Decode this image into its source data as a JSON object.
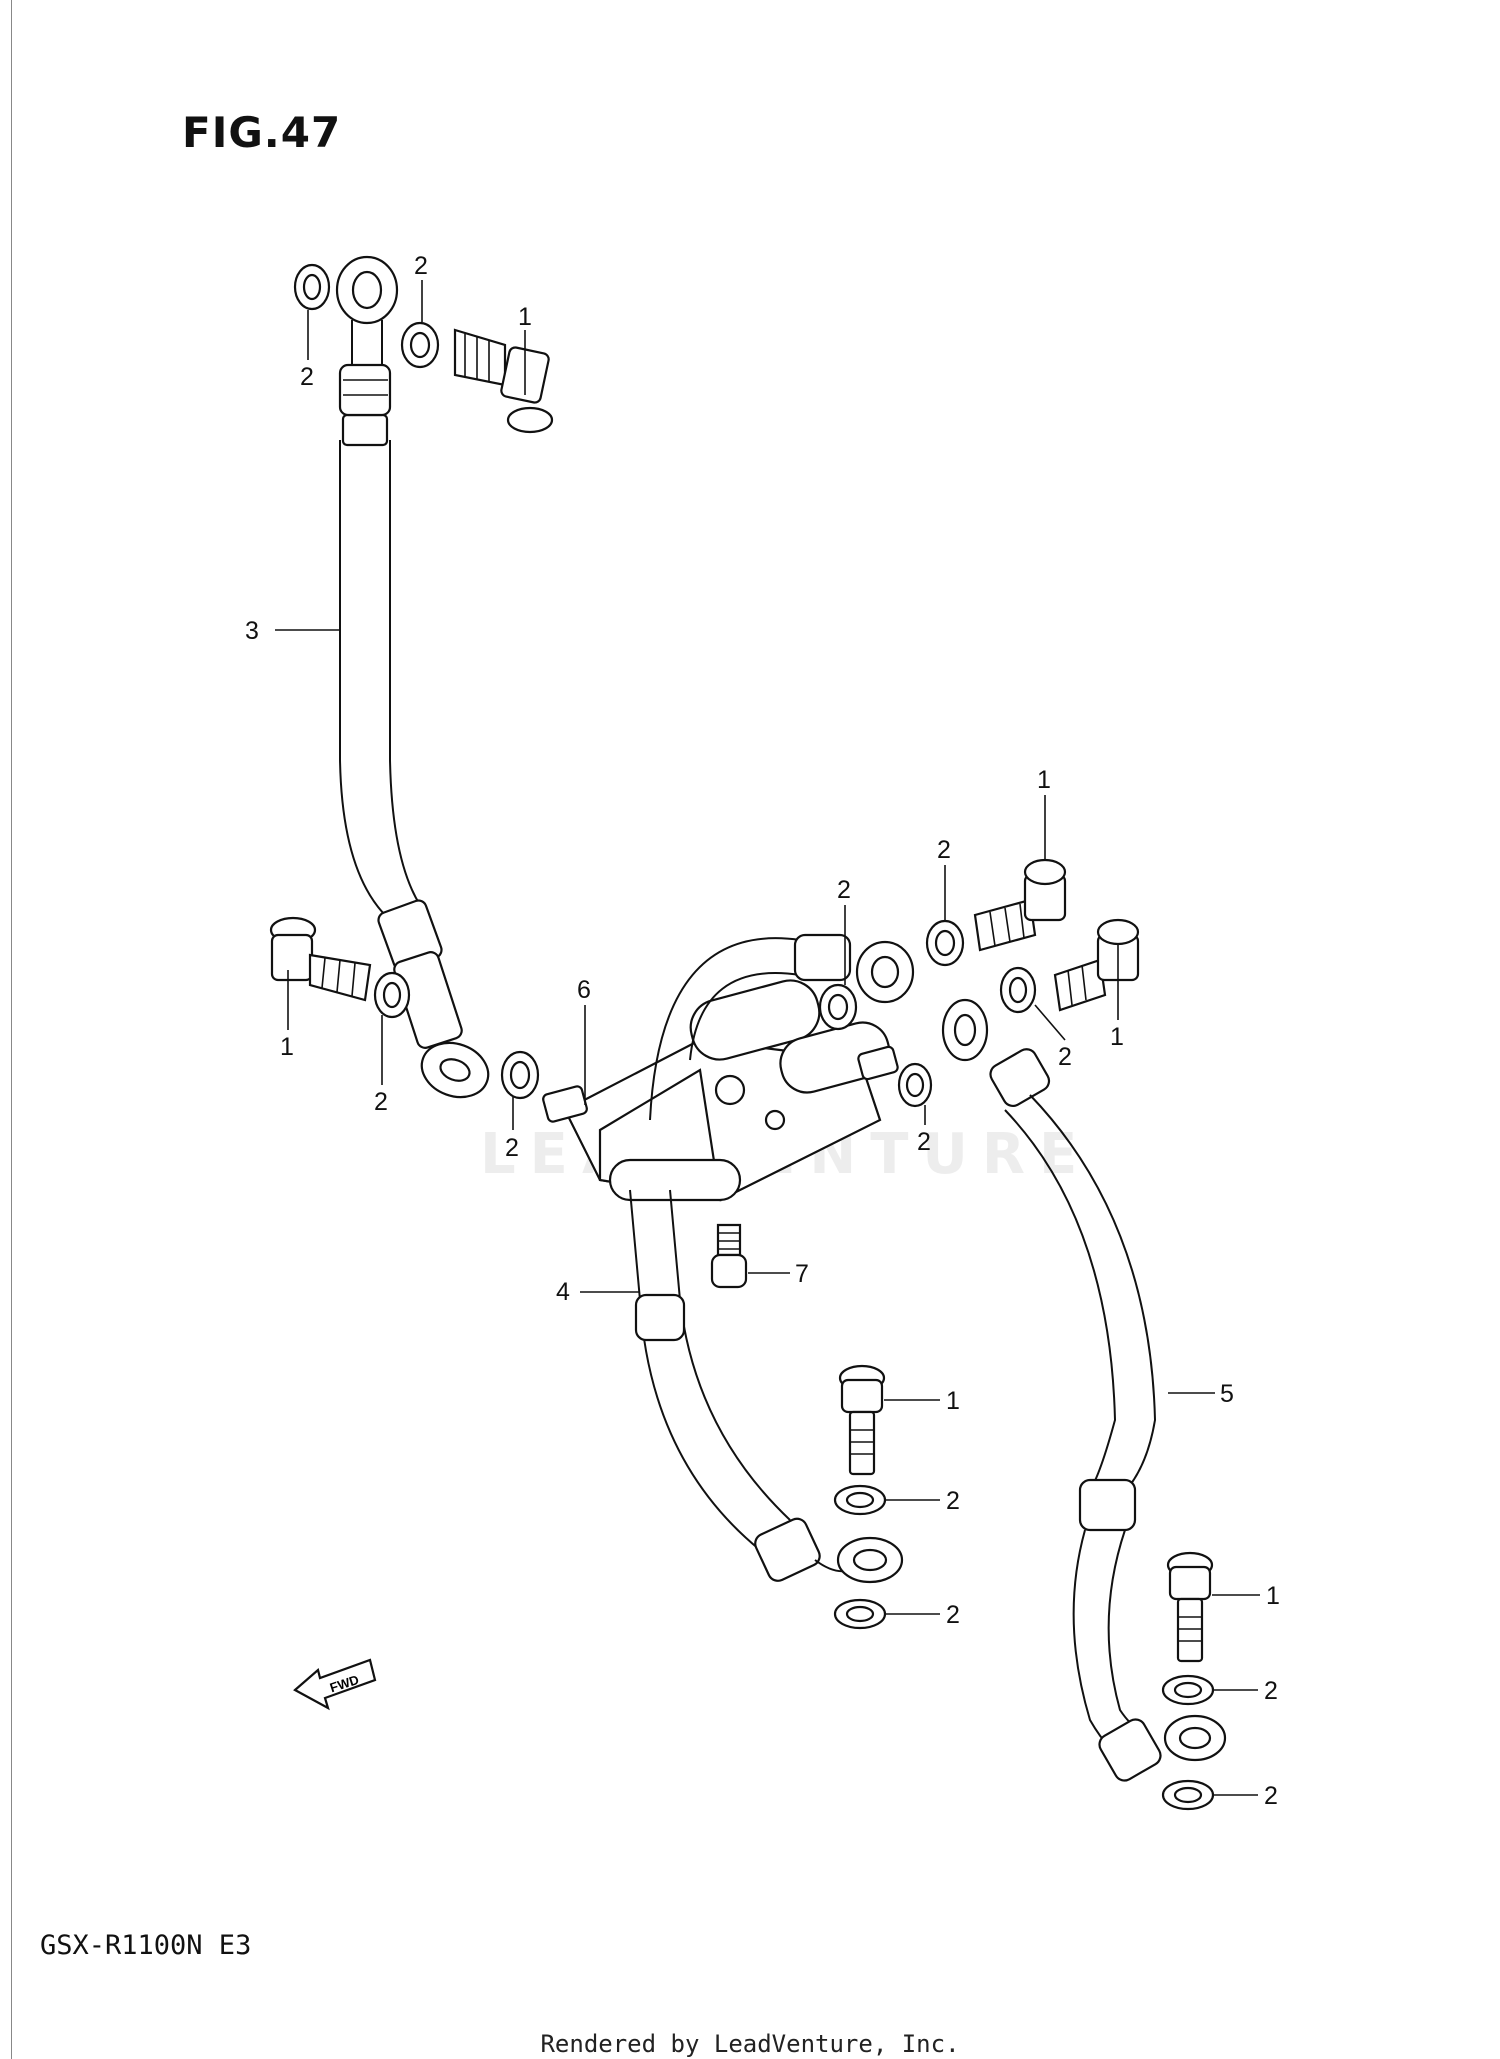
{
  "figure": {
    "title": "FIG.47"
  },
  "footer": {
    "model": "GSX-R1100N E3",
    "credit": "Rendered by LeadVenture, Inc."
  },
  "watermark": {
    "text": "LEADVENTURE"
  },
  "fwd_arrow": {
    "text": "FWD"
  },
  "callouts": [
    {
      "id": "c1",
      "text": "2"
    },
    {
      "id": "c2",
      "text": "2"
    },
    {
      "id": "c3",
      "text": "1"
    },
    {
      "id": "c4",
      "text": "3"
    },
    {
      "id": "c5",
      "text": "1"
    },
    {
      "id": "c6",
      "text": "2"
    },
    {
      "id": "c7",
      "text": "2"
    },
    {
      "id": "c8",
      "text": "6"
    },
    {
      "id": "c9",
      "text": "1"
    },
    {
      "id": "c10",
      "text": "2"
    },
    {
      "id": "c11",
      "text": "2"
    },
    {
      "id": "c12",
      "text": "1"
    },
    {
      "id": "c13",
      "text": "2"
    },
    {
      "id": "c14",
      "text": "2"
    },
    {
      "id": "c15",
      "text": "7"
    },
    {
      "id": "c16",
      "text": "4"
    },
    {
      "id": "c17",
      "text": "5"
    },
    {
      "id": "c18",
      "text": "1"
    },
    {
      "id": "c19",
      "text": "2"
    },
    {
      "id": "c20",
      "text": "2"
    },
    {
      "id": "c21",
      "text": "1"
    },
    {
      "id": "c22",
      "text": "2"
    },
    {
      "id": "c23",
      "text": "2"
    }
  ]
}
